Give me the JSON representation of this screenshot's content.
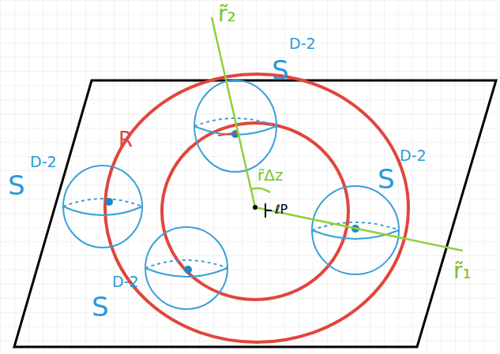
{
  "diagram": {
    "labels": [
      "S",
      "D-2",
      "S",
      "D-2",
      "S",
      "D-2",
      "S",
      "D-2",
      "r̃₂",
      "r̃₁",
      "r̃Δz",
      "R",
      "ℓP"
    ]
  }
}
